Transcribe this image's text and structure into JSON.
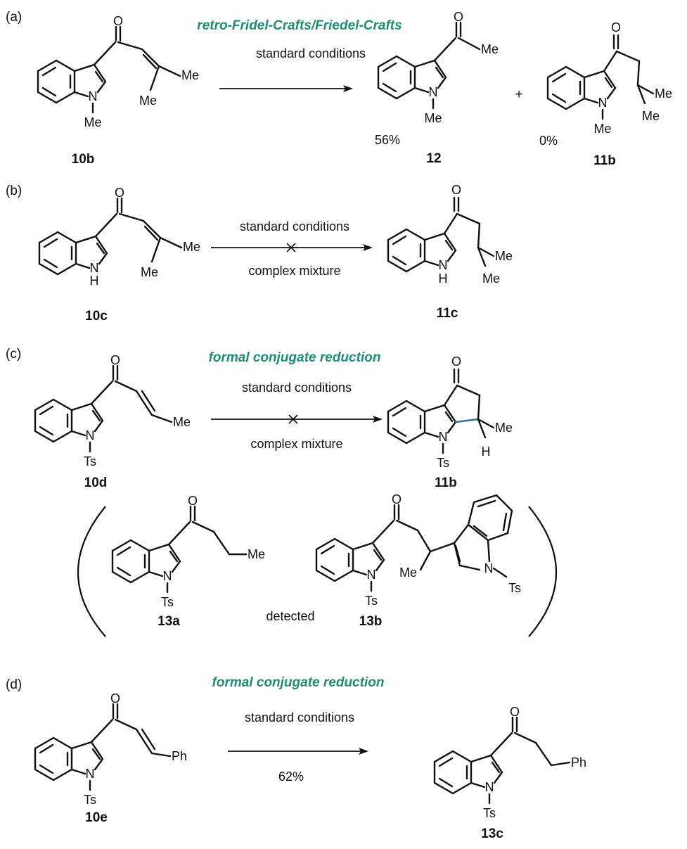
{
  "panels": [
    {
      "label": "(a)",
      "title": "retro-Fridel-Crafts/Friedel-Crafts",
      "arrow_top": "standard conditions",
      "arrow_bottom": "",
      "starting_material": "10b",
      "products": [
        {
          "compound": "12",
          "yield": "56%"
        },
        {
          "compound": "11b",
          "yield": "0%"
        }
      ],
      "plus": "+"
    },
    {
      "label": "(b)",
      "title": "",
      "arrow_top": "standard conditions",
      "arrow_bottom": "complex mixture",
      "starting_material": "10c",
      "products": [
        {
          "compound": "11c",
          "yield": ""
        }
      ]
    },
    {
      "label": "(c)",
      "title": "formal conjugate reduction",
      "arrow_top": "standard conditions",
      "arrow_bottom": "complex mixture",
      "starting_material": "10d",
      "products": [
        {
          "compound": "11b",
          "yield": ""
        }
      ],
      "detected_note": "detected",
      "detected": [
        "13a",
        "13b"
      ]
    },
    {
      "label": "(d)",
      "title": "formal conjugate reduction",
      "arrow_top": "standard conditions",
      "arrow_bottom": "62%",
      "starting_material": "10e",
      "products": [
        {
          "compound": "13c",
          "yield": ""
        }
      ]
    }
  ],
  "atoms": {
    "oxygen": "O",
    "nitrogen": "N",
    "hydrogen": "H",
    "methyl": "Me",
    "tosyl": "Ts",
    "phenyl": "Ph"
  },
  "colors": {
    "heading": "#1f8c73",
    "highlight_bond": "#2a7a8c",
    "ink": "#111111"
  }
}
